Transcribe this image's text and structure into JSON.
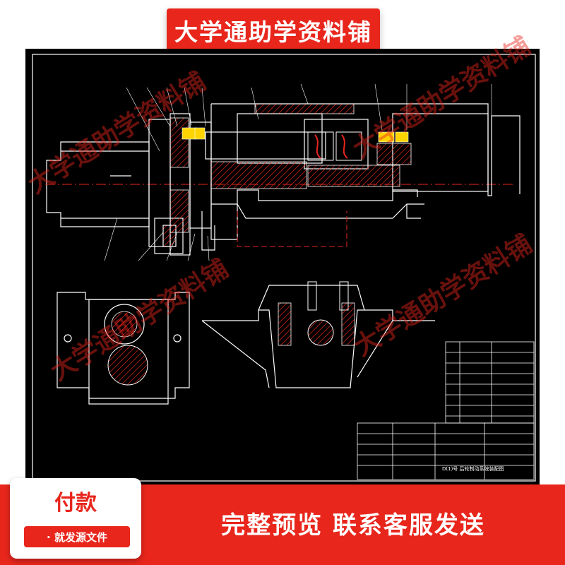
{
  "banner": {
    "title": "大学通助学资料铺"
  },
  "watermark": {
    "text": "大学通助学资料铺"
  },
  "footer": {
    "pay_label": "付款",
    "pay_sub": "· 就发源文件",
    "cta": "完整预览  联系客服发送"
  },
  "drawing": {
    "title_block_name": "D(1)号 后轮制动系统装配图",
    "colors": {
      "background": "#000000",
      "outline": "#ffffff",
      "hatch": "#e8261c",
      "centerline": "#e8261c",
      "accent": "#ffd400",
      "brand_red": "#e8261c"
    }
  }
}
